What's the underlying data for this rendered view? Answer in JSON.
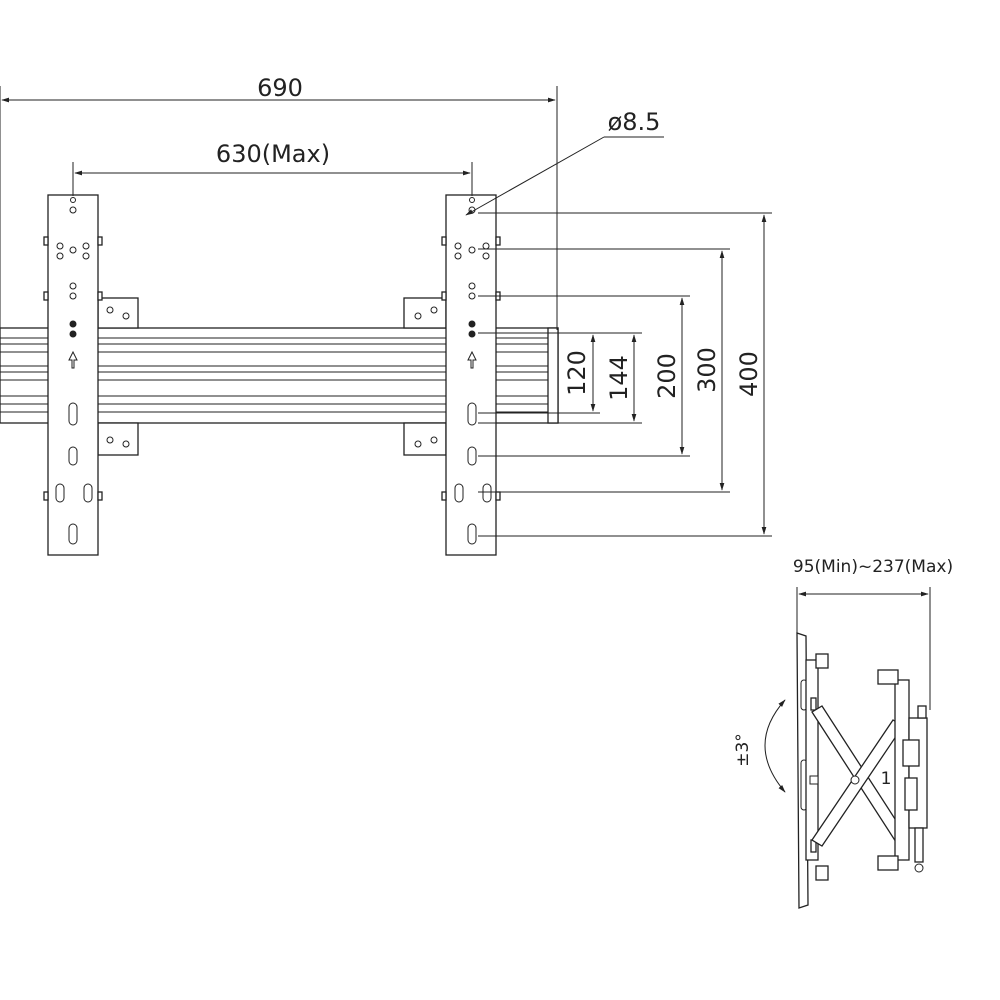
{
  "dimensions": {
    "overall_width": "690",
    "max_hole_span": "630(Max)",
    "hole_diameter": "ø8.5",
    "v120": "120",
    "v144": "144",
    "v200": "200",
    "v300": "300",
    "v400": "400",
    "depth_range": "95(Min)~237(Max)",
    "tilt": "±3°"
  }
}
